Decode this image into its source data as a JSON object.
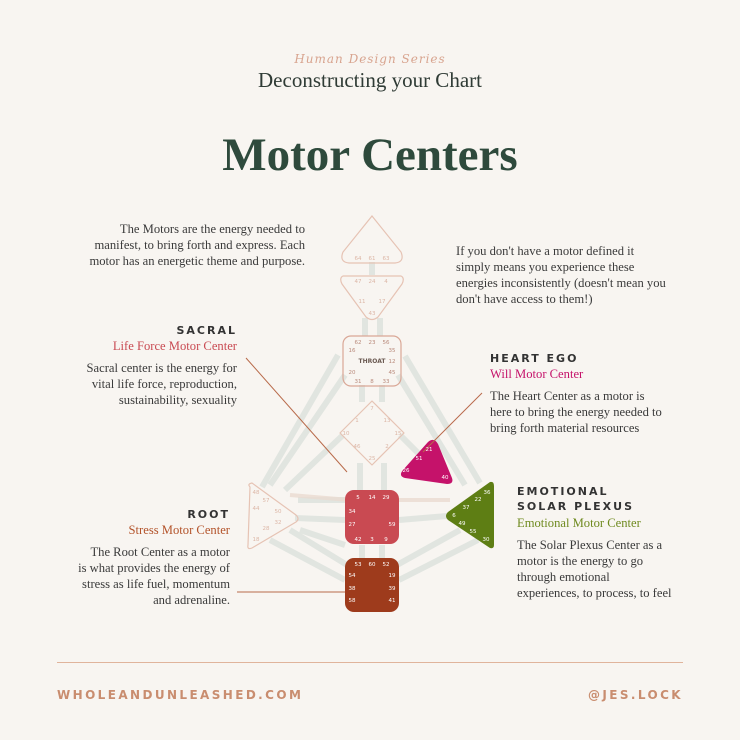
{
  "header": {
    "series": "Human Design Series",
    "subtitle": "Deconstructing your Chart",
    "title": "Motor Centers"
  },
  "intro_left": [
    "The Motors are the energy needed to",
    "manifest, to bring forth and express. Each",
    "motor has an energetic theme and purpose."
  ],
  "intro_right": [
    "If you don't have a motor defined it",
    "simply means you experience these",
    "energies inconsistently (doesn't mean you",
    "don't have access to them!)"
  ],
  "sacral": {
    "heading": "SACRAL",
    "subheading": "Life Force Motor Center",
    "body": [
      "Sacral center is the energy for",
      "vital life force, reproduction,",
      "sustainability, sexuality"
    ],
    "color": "#c94a52"
  },
  "heart": {
    "heading": "HEART EGO",
    "subheading": "Will Motor Center",
    "body": [
      "The Heart Center as a motor is",
      "here to bring the energy needed to",
      "bring forth material resources"
    ],
    "color": "#c5126a"
  },
  "root": {
    "heading": "ROOT",
    "subheading": "Stress Motor Center",
    "body": [
      "The Root Center as a motor",
      "is what provides the energy of",
      "stress as life fuel, momentum",
      "and adrenaline."
    ],
    "color": "#9e3b1c"
  },
  "solar": {
    "heading": [
      "EMOTIONAL",
      "SOLAR PLEXUS"
    ],
    "subheading": "Emotional Motor Center",
    "body": [
      "The Solar Plexus Center as a",
      "motor is the energy to go",
      "through emotional",
      "experiences, to process, to feel"
    ],
    "color": "#5e7e14"
  },
  "chart": {
    "throat_label": "THROAT",
    "head_gates": [
      "64",
      "61",
      "63"
    ],
    "ajna_gates": [
      "47",
      "24",
      "4",
      "11",
      "17",
      "43"
    ],
    "throat_gates": [
      "62",
      "23",
      "56",
      "16",
      "35",
      "12",
      "20",
      "45",
      "31",
      "8",
      "33"
    ],
    "g_gates": [
      "7",
      "1",
      "13",
      "10",
      "15",
      "46",
      "2",
      "25"
    ],
    "heart_gates": [
      "21",
      "51",
      "26",
      "40"
    ],
    "sacral_gates": [
      "5",
      "14",
      "29",
      "34",
      "27",
      "59",
      "42",
      "3",
      "9"
    ],
    "root_gates": [
      "53",
      "60",
      "52",
      "54",
      "19",
      "38",
      "39",
      "58",
      "41"
    ],
    "spleen_gates": [
      "48",
      "57",
      "44",
      "50",
      "32",
      "28",
      "18"
    ],
    "solar_gates": [
      "36",
      "22",
      "37",
      "6",
      "49",
      "55",
      "30"
    ]
  },
  "footer": {
    "website": "WHOLEANDUNLEASHED.COM",
    "handle": "@JES.LOCK"
  }
}
